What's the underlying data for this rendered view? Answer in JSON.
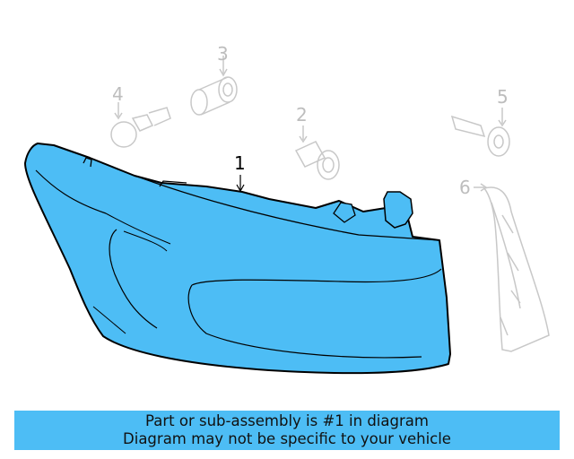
{
  "callouts": {
    "c1": "1",
    "c2": "2",
    "c3": "3",
    "c4": "4",
    "c5": "5",
    "c6": "6"
  },
  "banner": {
    "line1": "Part or sub-assembly is #1 in diagram",
    "line2": "Diagram may not be specific to your vehicle"
  },
  "colors": {
    "highlight_part": "#4dbdf5",
    "banner_background": "#4dbdf5",
    "faded_line": "#c8c8c8",
    "outline": "#000000"
  }
}
